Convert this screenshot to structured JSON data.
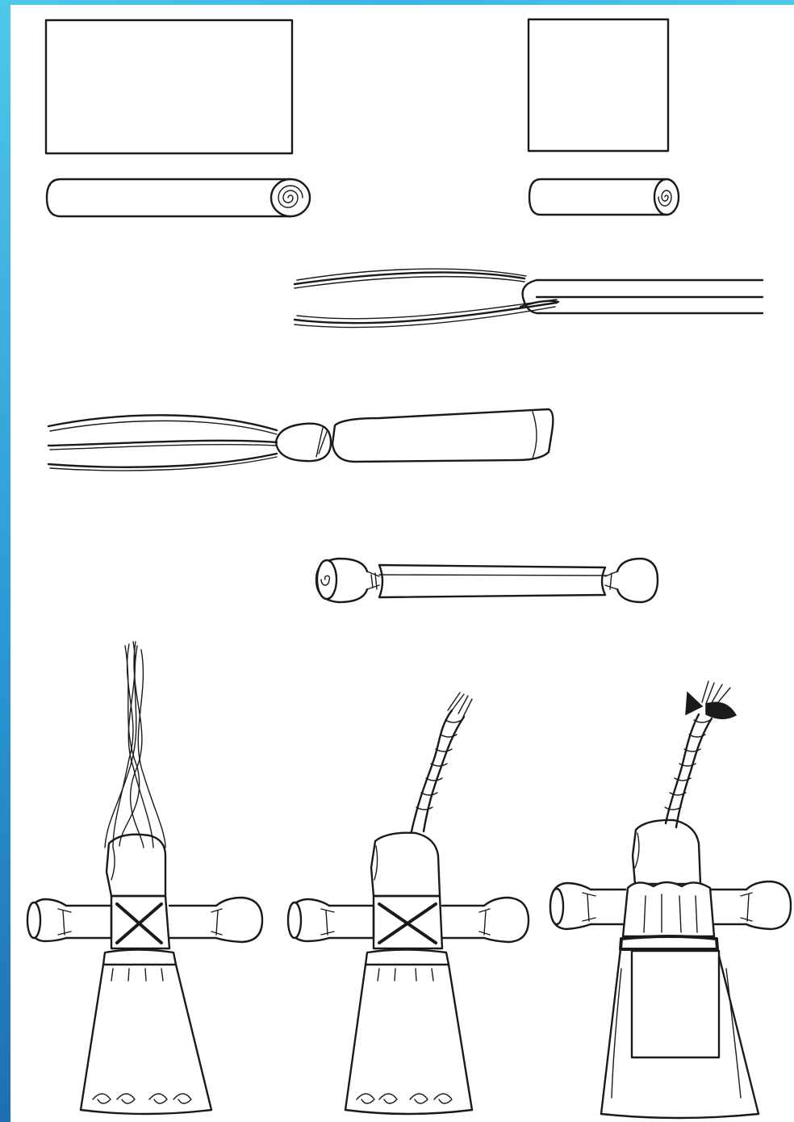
{
  "figure": {
    "colors": {
      "accent_top": "#4fc8ea",
      "accent_bottom": "#1f6fb0",
      "line": "#1a1a1a",
      "paper": "#ffffff"
    },
    "steps": [
      "large-rectangle-and-roll",
      "small-square-and-roll",
      "straw-bundle-folded-over-roll",
      "bundle-tied-into-head",
      "arm-roll-with-tied-hands",
      "doll-with-loose-hair",
      "doll-with-braid",
      "doll-with-bow-and-apron"
    ]
  }
}
